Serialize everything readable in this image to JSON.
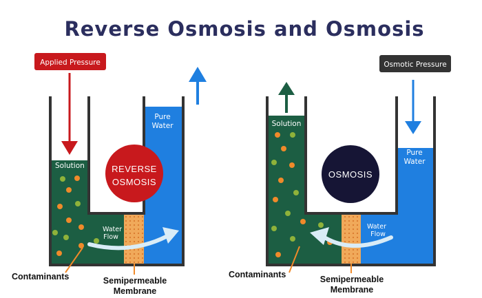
{
  "title": "Reverse Osmosis and Osmosis",
  "colors": {
    "solution": "#1c5e43",
    "water": "#1f7fe0",
    "membrane": "#f0a95a",
    "reverse_circle": "#c8191d",
    "osmosis_circle": "#161535",
    "applied_badge": "#c8191d",
    "osmotic_badge": "#333333",
    "contaminant": "#f08a2a",
    "contaminant_alt": "#8fb23a"
  },
  "left": {
    "badge": "Applied Pressure",
    "solution_label": "Solution",
    "water_label_line1": "Pure",
    "water_label_line2": "Water",
    "flow_line1": "Water",
    "flow_line2": "Flow",
    "circle_line1": "REVERSE",
    "circle_line2": "OSMOSIS",
    "contaminants": "Contaminants",
    "membrane_line1": "Semipermeable",
    "membrane_line2": "Membrane"
  },
  "right": {
    "badge": "Osmotic Pressure",
    "solution_label": "Solution",
    "water_label_line1": "Pure",
    "water_label_line2": "Water",
    "flow_line1": "Water",
    "flow_line2": "Flow",
    "circle_line1": "OSMOSIS",
    "contaminants": "Contaminants",
    "membrane_line1": "Semipermeable",
    "membrane_line2": "Membrane"
  }
}
